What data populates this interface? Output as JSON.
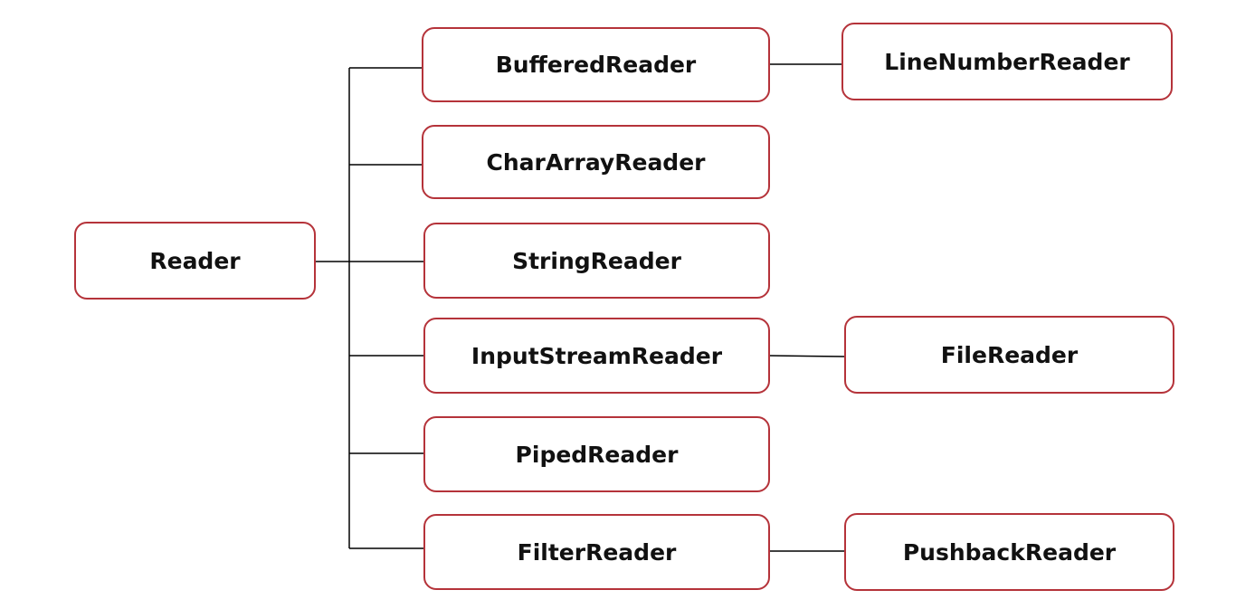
{
  "diagram": {
    "root": {
      "label": "Reader"
    },
    "children": [
      {
        "label": "BufferedReader"
      },
      {
        "label": "CharArrayReader"
      },
      {
        "label": "StringReader"
      },
      {
        "label": "InputStreamReader"
      },
      {
        "label": "PipedReader"
      },
      {
        "label": "FilterReader"
      }
    ],
    "grandchildren": [
      {
        "label": "LineNumberReader",
        "parent": "BufferedReader"
      },
      {
        "label": "FileReader",
        "parent": "InputStreamReader"
      },
      {
        "label": "PushbackReader",
        "parent": "FilterReader"
      }
    ],
    "colors": {
      "node_border": "#b5333a",
      "connector": "#000000",
      "text": "#111111",
      "background": "#ffffff"
    }
  }
}
